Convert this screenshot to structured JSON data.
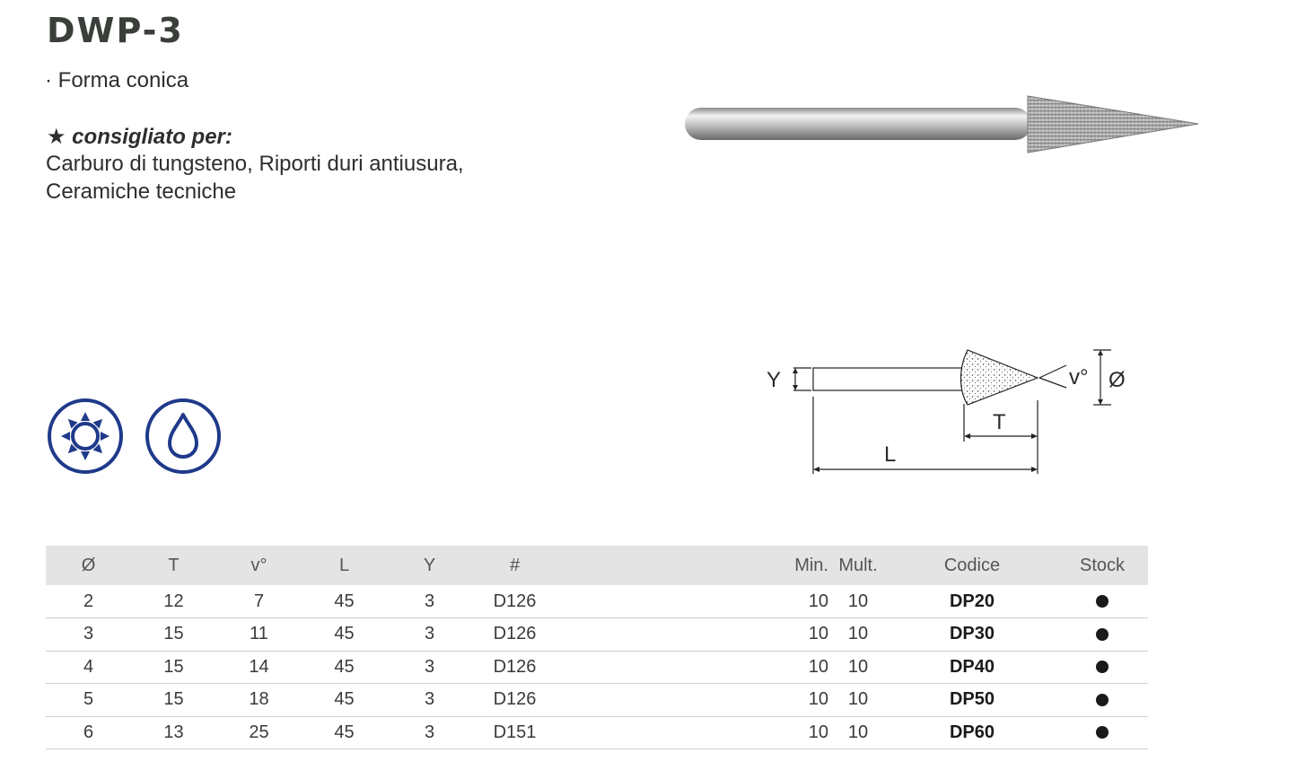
{
  "product": {
    "title": "DWP-3",
    "bullet": "· Forma conica",
    "recommended_label": "★ consigliato per:",
    "recommended_line1": "Carburo di tungsteno, Riporti duri antiusura,",
    "recommended_line2": "Ceramiche tecniche"
  },
  "drawing": {
    "label_y": "Y",
    "label_angle": "v°",
    "label_diameter": "Ø",
    "label_t": "T",
    "label_l": "L"
  },
  "icons": [
    "dry-grinding-icon",
    "wet-grinding-icon"
  ],
  "colors": {
    "icon_blue": "#1f3a8a",
    "header_bg": "#e4e4e4"
  },
  "table": {
    "headers": {
      "d": "Ø",
      "t": "T",
      "v": "v°",
      "l": "L",
      "y": "Y",
      "grit": "#",
      "min": "Min.",
      "mult": "Mult.",
      "code": "Codice",
      "stock": "Stock"
    },
    "rows": [
      {
        "d": "2",
        "t": "12",
        "v": "7",
        "l": "45",
        "y": "3",
        "grit": "D126",
        "min": "10",
        "mult": "10",
        "code": "DP20",
        "stock": true
      },
      {
        "d": "3",
        "t": "15",
        "v": "11",
        "l": "45",
        "y": "3",
        "grit": "D126",
        "min": "10",
        "mult": "10",
        "code": "DP30",
        "stock": true
      },
      {
        "d": "4",
        "t": "15",
        "v": "14",
        "l": "45",
        "y": "3",
        "grit": "D126",
        "min": "10",
        "mult": "10",
        "code": "DP40",
        "stock": true
      },
      {
        "d": "5",
        "t": "15",
        "v": "18",
        "l": "45",
        "y": "3",
        "grit": "D126",
        "min": "10",
        "mult": "10",
        "code": "DP50",
        "stock": true
      },
      {
        "d": "6",
        "t": "13",
        "v": "25",
        "l": "45",
        "y": "3",
        "grit": "D151",
        "min": "10",
        "mult": "10",
        "code": "DP60",
        "stock": true
      }
    ]
  }
}
